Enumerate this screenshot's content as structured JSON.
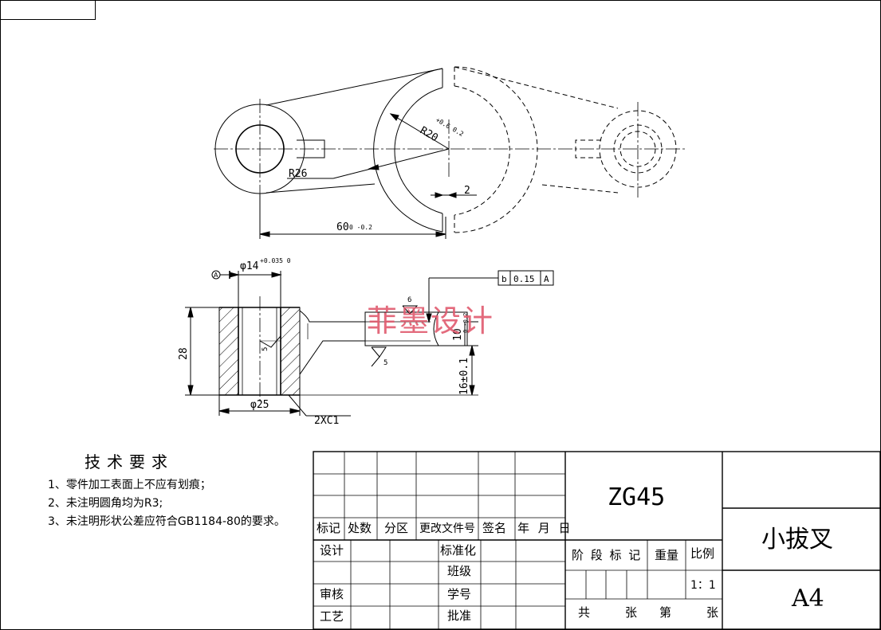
{
  "drawing": {
    "watermark": "菲墨设计",
    "dimensions": {
      "r20": "R20",
      "r20_tol": "+0.6 0.2",
      "r26": "R26",
      "len60": "60",
      "len60_tol": "0 -0.2",
      "gap2": "2",
      "phi14": "φ14",
      "phi14_tol": "+0.035 0",
      "h28": "28",
      "phi25": "φ25",
      "chamfer": "2XC1",
      "t10": "10",
      "t10_tol": "0 -0.2",
      "h16": "16±0.1",
      "rough5a": "5",
      "rough5b": "5",
      "rough6": "6",
      "datum": "A",
      "fcf_sym": "b",
      "fcf_val": "0.15",
      "fcf_ref": "A"
    }
  },
  "tech": {
    "title": "技术要求",
    "items": [
      "1、零件加工表面上不应有划痕；",
      "2、未注明圆角均为R3;",
      "3、未注明形状公差应符合GB1184-80的要求。"
    ]
  },
  "titleblock": {
    "material": "ZG45",
    "part_name": "小拔叉",
    "paper": "A4",
    "change_row": [
      "标记",
      "处数",
      "分区",
      "更改文件号",
      "签名",
      "年 月 日"
    ],
    "design": "设计",
    "std": "标准化",
    "klass": "班级",
    "review": "审核",
    "student_id": "学号",
    "process": "工艺",
    "approve": "批准",
    "stage": "阶 段 标 记",
    "weight": "重量",
    "scale_label": "比例",
    "scale": "1：1",
    "total": "共",
    "sheets1": "张",
    "num": "第",
    "sheets2": "张"
  }
}
